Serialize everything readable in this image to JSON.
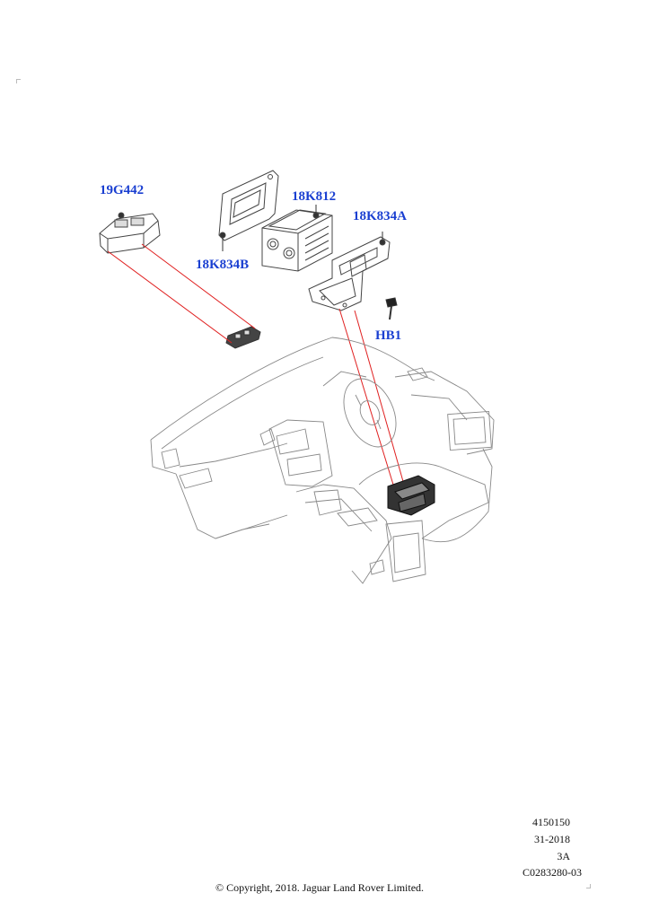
{
  "callouts": {
    "c19g442": "19G442",
    "c18k834b": "18K834B",
    "c18k812": "18K812",
    "c18k834a": "18K834A",
    "hb1": "HB1"
  },
  "footer": {
    "ref_number": "4150150",
    "date_code": "31-2018",
    "revision": "3A",
    "illustration_id": "C0283280-03",
    "copyright": "© Copyright, 2018. Jaguar Land Rover Limited."
  },
  "colors": {
    "callout": "#1a3fd1",
    "leader": "#e02020",
    "line_art": "#555555"
  }
}
